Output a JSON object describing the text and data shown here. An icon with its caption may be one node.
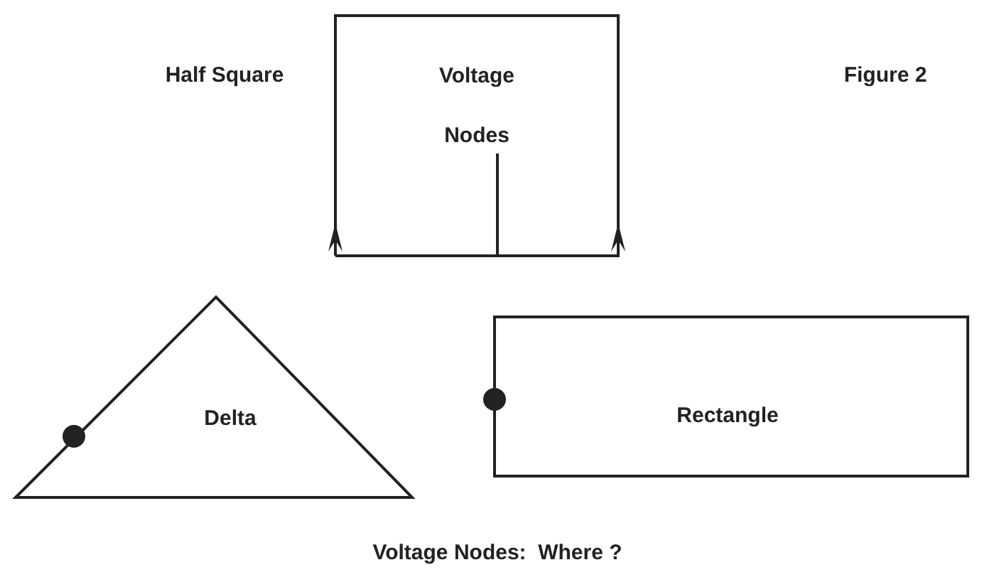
{
  "diagram": {
    "caption": "Voltage Nodes:  Where ?",
    "nodes": [
      {
        "text": [
          "Voltage Nodes"
        ],
        "beside": [
          "Half Square"
        ]
      },
      {
        "text": [
          "Delta"
        ]
      },
      {
        "text": [
          "Rectangle"
        ]
      }
    ],
    "labels": [
      "Figure 2"
    ]
  }
}
